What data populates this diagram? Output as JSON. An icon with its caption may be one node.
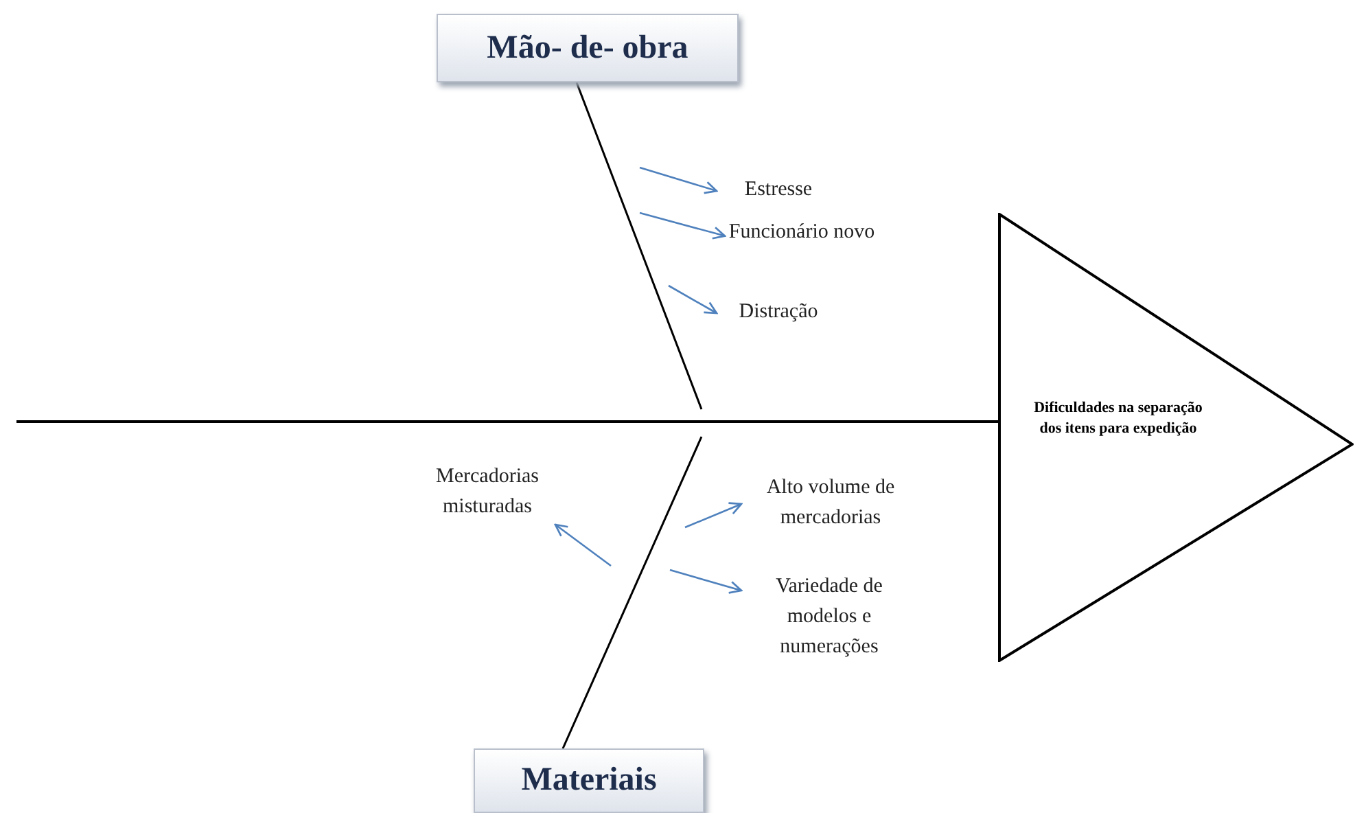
{
  "diagram": {
    "nodes": [
      {
        "text": [
          "Mão- de- obra"
        ]
      },
      {
        "text": [
          "Materiais"
        ]
      },
      {
        "text": [
          "Dificuldades na separação dos itens para expedição"
        ]
      },
      {
        "text": [
          "Estresse"
        ]
      },
      {
        "text": [
          "Funcionário novo"
        ]
      },
      {
        "text": [
          "Distração"
        ]
      },
      {
        "text": [
          "Mercadorias misturadas"
        ]
      },
      {
        "text": [
          "Alto volume de mercadorias"
        ]
      },
      {
        "text": [
          "Variedade de modelos e numerações"
        ]
      }
    ],
    "edges": [
      {
        "from": null,
        "to": 2,
        "arrow": "none",
        "color": "#000000"
      },
      {
        "from": 0,
        "to": null,
        "arrow": "none",
        "color": "#000000"
      },
      {
        "from": 1,
        "to": null,
        "arrow": "none",
        "color": "#000000"
      },
      {
        "from": null,
        "to": 3,
        "arrow": "to"
      },
      {
        "from": null,
        "to": 4,
        "arrow": "to"
      },
      {
        "from": null,
        "to": 5,
        "arrow": "to"
      },
      {
        "from": null,
        "to": 6,
        "arrow": "to"
      },
      {
        "from": null,
        "to": 7,
        "arrow": "to"
      },
      {
        "from": null,
        "to": 8,
        "arrow": "to"
      }
    ]
  }
}
